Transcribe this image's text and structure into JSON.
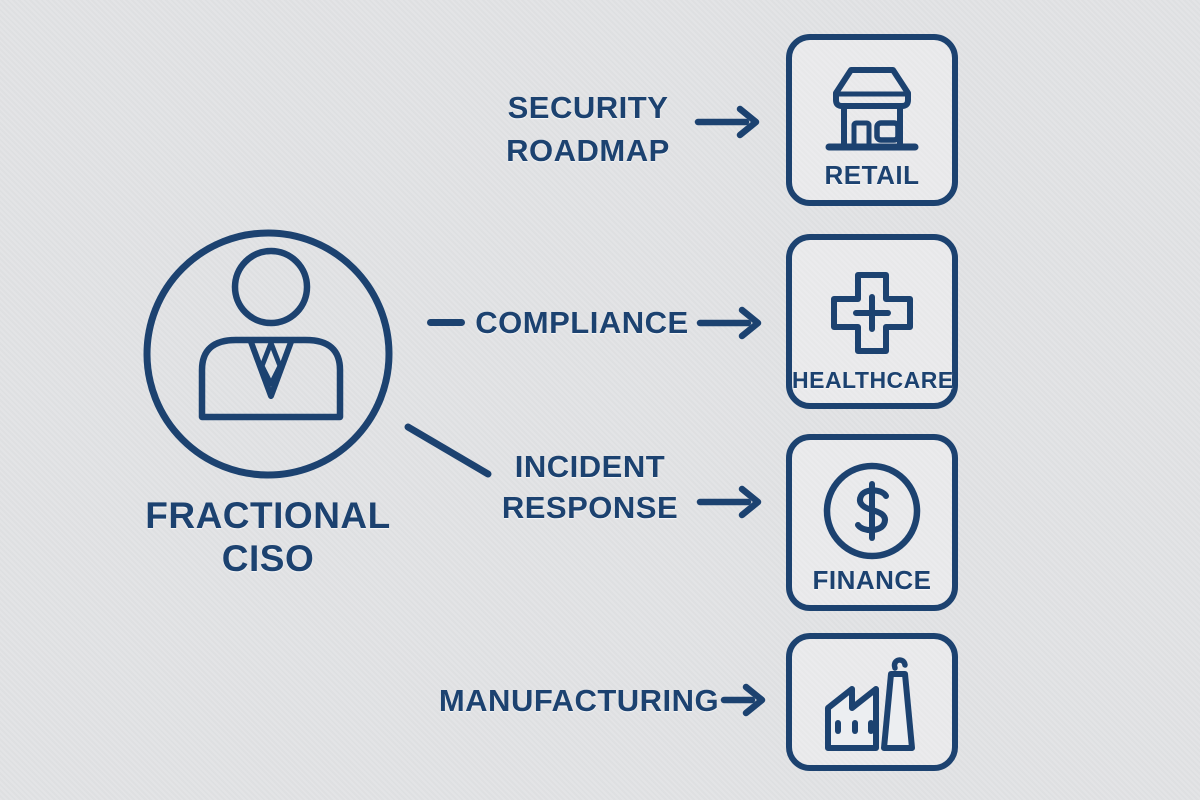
{
  "title": "Fractional CISO industries diagram",
  "colors": {
    "background": "#e2e3e5",
    "ink": "#1c4270"
  },
  "center": {
    "role_line1": "FRACTIONAL",
    "role_line2": "CISO",
    "icon": "business-person-icon"
  },
  "services": {
    "security_roadmap": {
      "line1": "SECURITY",
      "line2": "ROADMAP"
    },
    "compliance": {
      "label": "COMPLIANCE"
    },
    "incident_response": {
      "line1": "INCIDENT",
      "line2": "RESPONSE"
    },
    "manufacturing": {
      "label": "MANUFACTURING"
    }
  },
  "industries": {
    "retail": {
      "label": "RETAIL",
      "icon": "storefront-icon"
    },
    "healthcare": {
      "label": "HEALTHCARE",
      "icon": "medical-cross-icon"
    },
    "finance": {
      "label": "FINANCE",
      "icon": "dollar-sign-icon"
    },
    "factory": {
      "label": "",
      "icon": "factory-icon"
    }
  },
  "connectors": {
    "compliance_line": "short-dash",
    "incident_line": "diagonal-line",
    "arrows": [
      "security-to-retail",
      "compliance-to-healthcare",
      "incident-to-finance",
      "manufacturing-to-factory"
    ]
  }
}
